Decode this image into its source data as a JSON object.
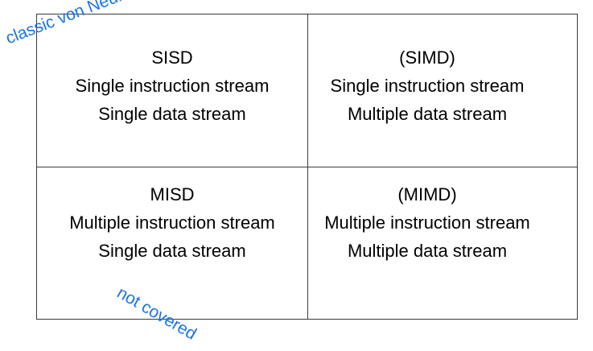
{
  "cells": [
    {
      "title": "SISD",
      "line1": "Single instruction stream",
      "line2": "Single data stream"
    },
    {
      "title": "(SIMD)",
      "line1": "Single instruction stream",
      "line2": "Multiple data stream"
    },
    {
      "title": "MISD",
      "line1": "Multiple instruction stream",
      "line2": "Single data stream"
    },
    {
      "title": "(MIMD)",
      "line1": "Multiple instruction stream",
      "line2": "Multiple data stream"
    }
  ],
  "annotations": {
    "top_left": "classic von Neumann",
    "bottom": "not covered"
  },
  "colors": {
    "annotation": "#1a73e8",
    "grid": "#3a3a3a"
  }
}
